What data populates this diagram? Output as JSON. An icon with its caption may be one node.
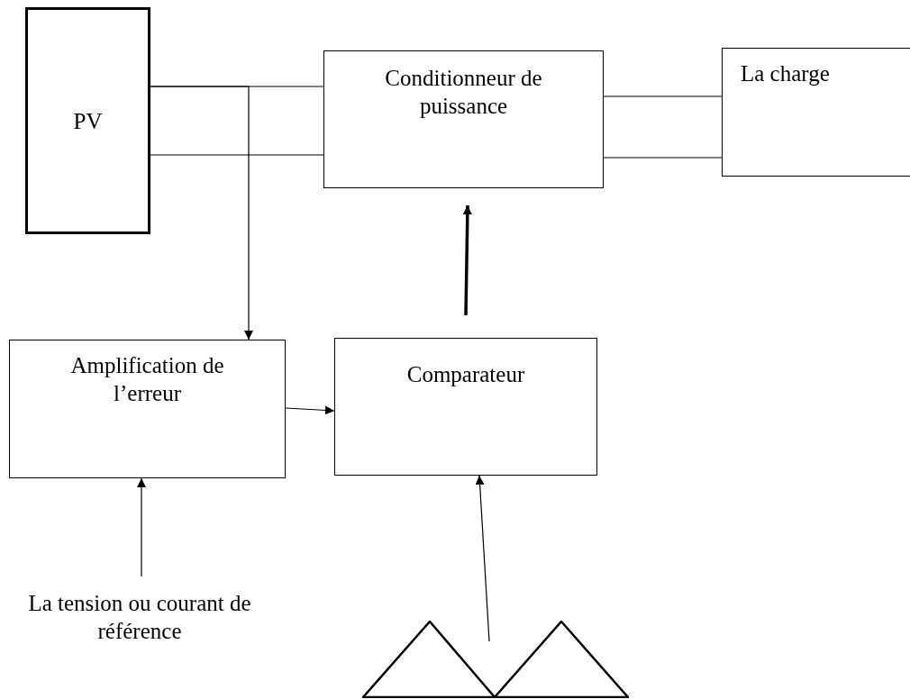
{
  "diagram": {
    "nodes": [
      {
        "text": [
          "PV"
        ]
      },
      {
        "text": [
          "Conditionneur de puissance"
        ]
      },
      {
        "text": [
          "La charge"
        ]
      },
      {
        "text": [
          "Amplification de l’erreur"
        ]
      },
      {
        "text": [
          "Comparateur"
        ]
      },
      {
        "text": [
          "La tension ou courant de référence"
        ]
      },
      {
        "text": [],
        "shape": "triangle"
      }
    ],
    "edges": [
      {
        "from": 0,
        "to": 1,
        "arrow": "none"
      },
      {
        "from": 0,
        "to": 1,
        "arrow": "none"
      },
      {
        "from": 1,
        "to": 2,
        "arrow": "none"
      },
      {
        "from": 1,
        "to": 2,
        "arrow": "none"
      },
      {
        "from": 0,
        "to": 3,
        "arrow": "to"
      },
      {
        "from": 4,
        "to": 1,
        "arrow": "to",
        "style": "thick"
      },
      {
        "from": 3,
        "to": 4,
        "arrow": "to"
      },
      {
        "from": 5,
        "to": 3,
        "arrow": "to"
      },
      {
        "from": 6,
        "to": 4,
        "arrow": "to"
      }
    ]
  }
}
